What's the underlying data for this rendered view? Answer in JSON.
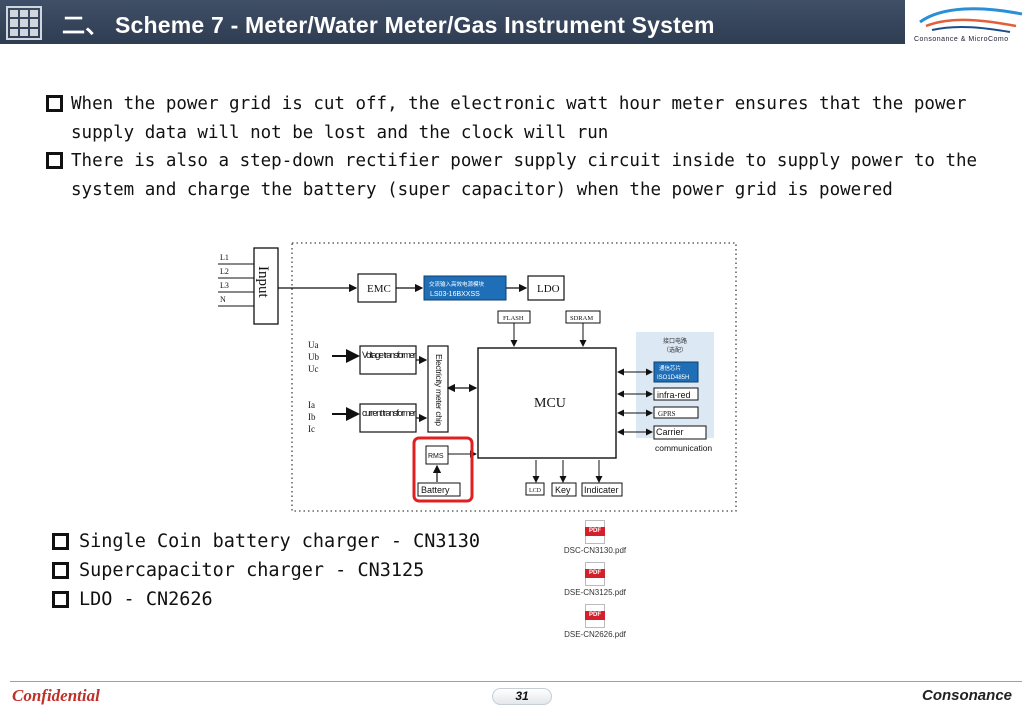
{
  "header": {
    "title": "二、 Scheme 7 - Meter/Water Meter/Gas Instrument System",
    "logo_text": "Consonance & MicroComo"
  },
  "bullets": [
    "When the power grid is cut off, the electronic watt hour meter ensures that the power supply data will not be lost and the clock will run",
    "There is also a step-down rectifier power supply circuit inside to supply power to the system and charge the battery (super capacitor) when the power grid is powered"
  ],
  "diagram": {
    "input_lines": [
      "L1",
      "L2",
      "L3",
      "N"
    ],
    "input_label": "Input",
    "emc": "EMC",
    "converter_line1": "交流输入高效电源模块",
    "converter_line2": "LS03-16BXXSS",
    "ldo": "LDO",
    "flash": "FLASH",
    "sdram": "SDRAM",
    "voltage_inputs": [
      "Ua",
      "Ub",
      "Uc"
    ],
    "current_inputs": [
      "Ia",
      "Ib",
      "Ic"
    ],
    "voltage_transformer": "Voltage transformer",
    "current_transformer": "current transformer",
    "meter_chip": "Electricity meter chip",
    "mcu": "MCU",
    "rms": "RMS",
    "battery": "Battery",
    "lcd": "LCD",
    "key": "Key",
    "indicator": "Indicater",
    "interface_title": "接口电路",
    "interface_sub": "（选配）",
    "comm_module_line1": "通信芯片",
    "comm_module_line2": "ISO1D485H",
    "infrared": "infra-red",
    "gprs": "GPRS",
    "carrier": "Carrier",
    "communication": "communication",
    "highlight_color": "#e02020",
    "module_color": "#1f6fb8"
  },
  "lower_bullets": [
    "Single Coin battery charger - CN3130",
    "Supercapacitor charger - CN3125",
    "LDO - CN2626"
  ],
  "pdf_files": [
    {
      "icon": "pdf-icon",
      "tag": "PDF",
      "name": "DSC-CN3130.pdf"
    },
    {
      "icon": "pdf-icon",
      "tag": "PDF",
      "name": "DSE-CN3125.pdf"
    },
    {
      "icon": "pdf-icon",
      "tag": "PDF",
      "name": "DSE-CN2626.pdf"
    }
  ],
  "footer": {
    "confidential": "Confidential",
    "page_number": "31",
    "brand": "Consonance"
  }
}
